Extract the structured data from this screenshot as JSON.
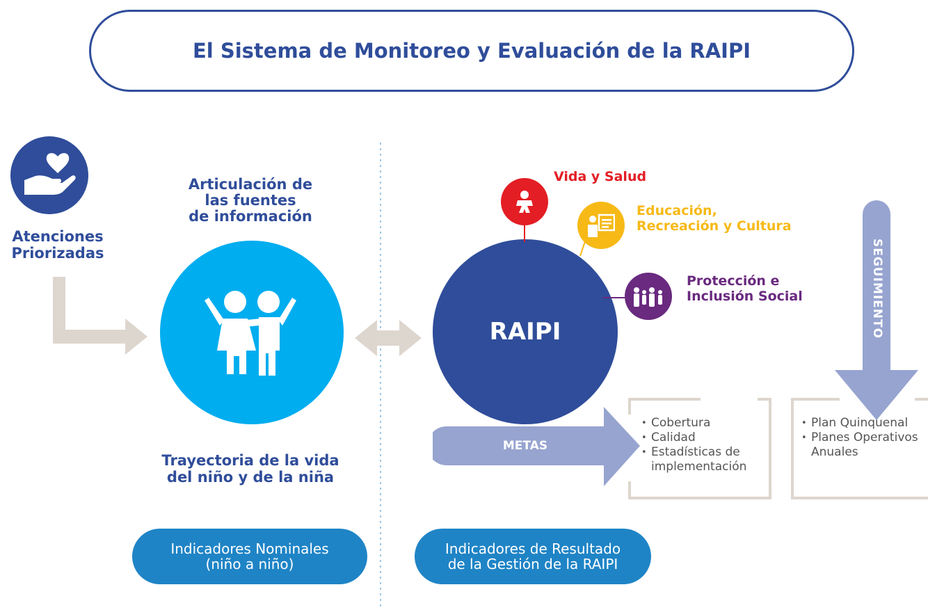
{
  "title": "El Sistema de Monitoreo y Evaluación de la RAIPI",
  "left": {
    "atenciones_label": "Atenciones\nPriorizadas",
    "articulacion_label": "Articulación de\nlas fuentes\nde información",
    "trayectoria_label": "Trayectoria de la vida\ndel niño y de la niña",
    "pill_label": "Indicadores Nominales\n(niño a niño)"
  },
  "right": {
    "center_label": "RAIPI",
    "metas_label": "METAS",
    "seguimiento_label": "SEGUIMIENTO",
    "pill_label": "Indicadores de Resultado\nde la Gestión de la RAIPI",
    "categories": [
      {
        "label": "Vida y Salud",
        "color": "#e31e24",
        "icon": "baby-icon"
      },
      {
        "label": "Educación,\nRecreación y Cultura",
        "color": "#f6b916",
        "icon": "teacher-board-icon"
      },
      {
        "label": "Protección e\nInclusión Social",
        "color": "#6a2a7f",
        "icon": "family-icon"
      }
    ],
    "metas_items": [
      "Cobertura",
      "Calidad",
      "Estadísticas de\nimplementación"
    ],
    "seguimiento_items": [
      "Plan Quinquenal",
      "Planes Operativos\nAnuales"
    ]
  },
  "colors": {
    "primary_blue": "#2f4d9a",
    "light_blue": "#00adef",
    "pill_blue": "#1f84c6",
    "arrow_lavender": "#97a4d0",
    "arrow_beige": "#ddd6ce"
  }
}
